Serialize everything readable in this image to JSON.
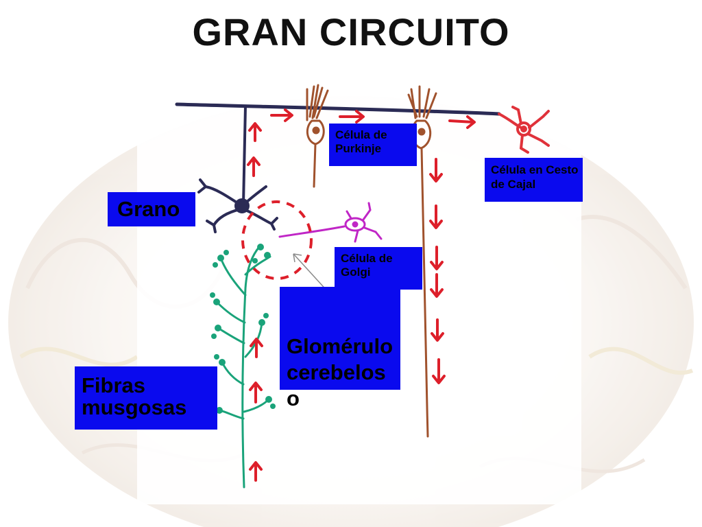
{
  "title": "GRAN CIRCUITO",
  "labels": {
    "grano": "Grano",
    "purkinje": "Célula de Purkinje",
    "cesto": "Célula en Cesto de Cajal",
    "golgi": "Célula de Golgi",
    "glomerulo": "Glomérulo cerebeloso",
    "fibras": "Fibras musgosas"
  },
  "colors": {
    "label_box": "#0a0aee",
    "parallel_fiber": "#2b2b55",
    "arrows": "#dd1f2a",
    "purkinje": "#a0522d",
    "golgi": "#c026c6",
    "mossy_fiber": "#1aa37a",
    "basket": "#e0323a"
  },
  "icons": [
    "up-arrow-icon",
    "down-arrow-icon",
    "right-arrow-icon"
  ]
}
